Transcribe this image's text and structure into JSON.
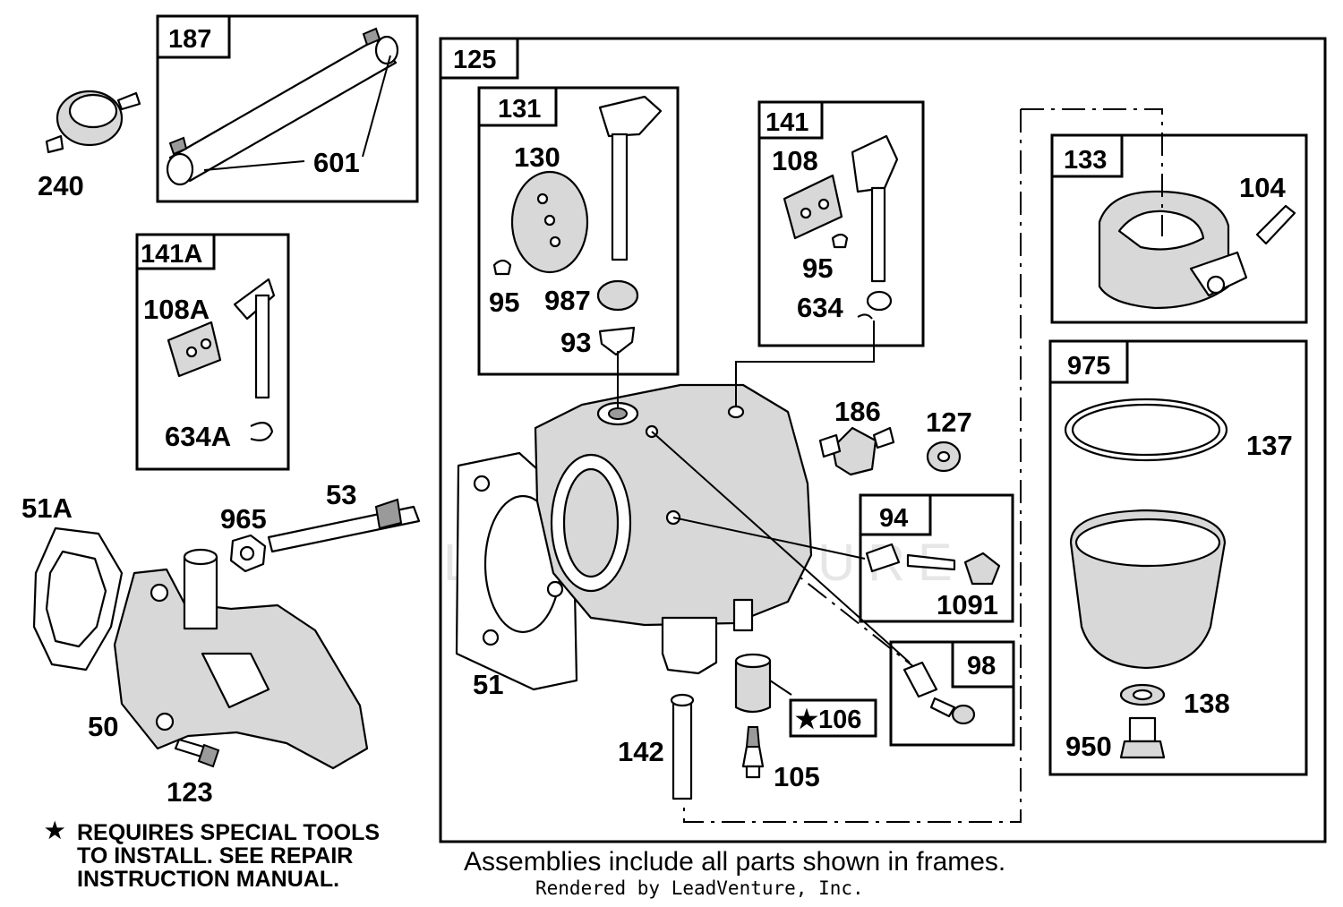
{
  "watermark": "LEADVENTURE",
  "frames": {
    "f187": "187",
    "f141A": "141A",
    "f125": "125",
    "f131": "131",
    "f141": "141",
    "f133": "133",
    "f975": "975",
    "f94": "94",
    "f98": "98",
    "f106": "★106"
  },
  "callouts": {
    "p240": "240",
    "p601": "601",
    "p108A": "108A",
    "p634A": "634A",
    "p51A": "51A",
    "p965": "965",
    "p53": "53",
    "p50": "50",
    "p123": "123",
    "p130": "130",
    "p95a": "95",
    "p987": "987",
    "p93": "93",
    "p108": "108",
    "p95b": "95",
    "p634": "634",
    "p104": "104",
    "p186": "186",
    "p127": "127",
    "p137": "137",
    "p1091": "1091",
    "p51": "51",
    "p138": "138",
    "p950": "950",
    "p142": "142",
    "p105": "105"
  },
  "notes": {
    "star": "★",
    "line1": "REQUIRES SPECIAL TOOLS",
    "line2": "TO INSTALL.  SEE REPAIR",
    "line3": "INSTRUCTION MANUAL."
  },
  "caption": "Assemblies include all parts shown in frames.",
  "credit": "Rendered by LeadVenture, Inc."
}
